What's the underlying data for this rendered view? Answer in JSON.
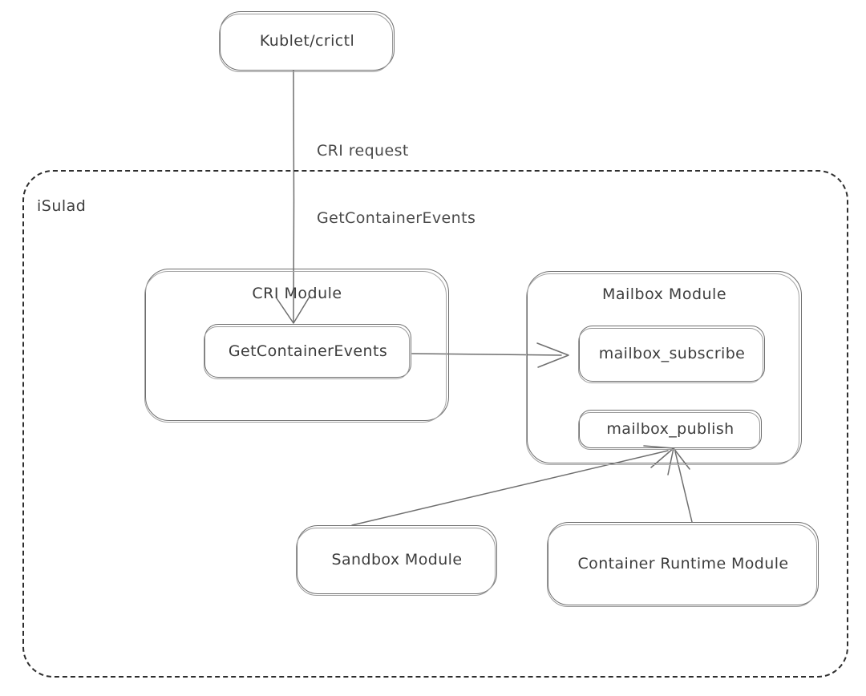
{
  "diagram": {
    "title": "iSulad container events architecture",
    "stroke_color": "#6f6f6f",
    "text_color": "#3d3d3d",
    "boundary_color": "#2e2e2e",
    "background": "#ffffff"
  },
  "boundary": {
    "label": "iSulad"
  },
  "nodes": {
    "client": {
      "label": "Kublet/crictl"
    },
    "cri_module": {
      "label": "CRI Module"
    },
    "get_container_events": {
      "label": "GetContainerEvents"
    },
    "mailbox_module": {
      "label": "Mailbox Module"
    },
    "mailbox_subscribe": {
      "label": "mailbox_subscribe"
    },
    "mailbox_publish": {
      "label": "mailbox_publish"
    },
    "sandbox_module": {
      "label": "Sandbox Module"
    },
    "container_runtime_module": {
      "label": "Container Runtime Module"
    }
  },
  "edges": {
    "cri_request": {
      "line1": "CRI request",
      "line2": "GetContainerEvents"
    }
  }
}
